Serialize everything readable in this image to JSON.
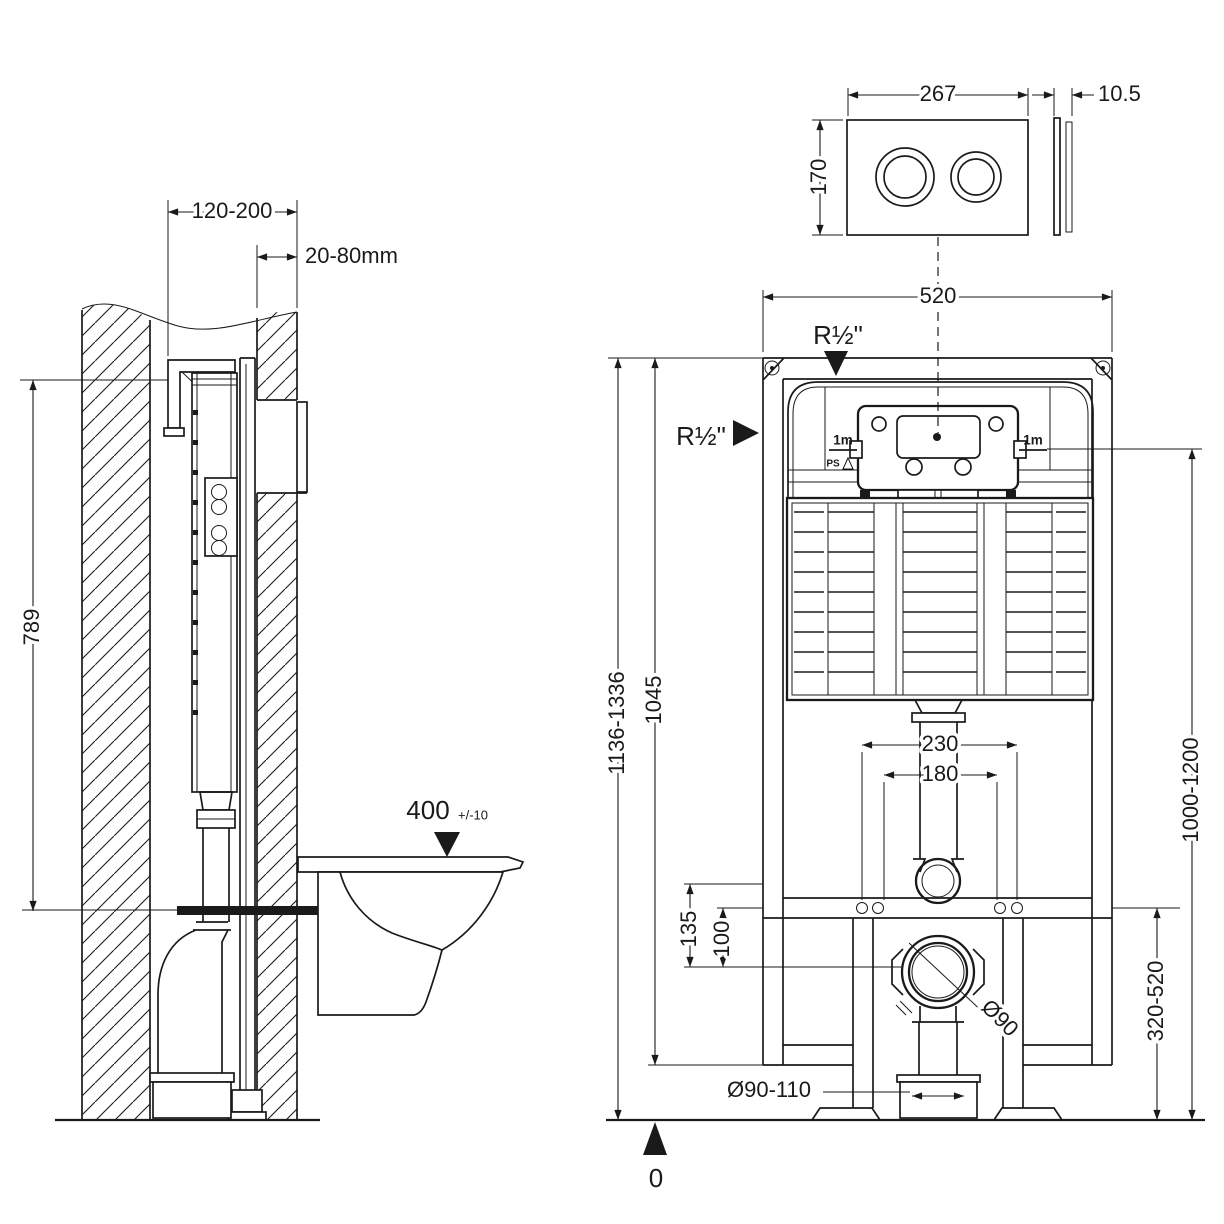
{
  "colors": {
    "line": "#1a1a1a",
    "background": "#ffffff"
  },
  "side_view": {
    "frame_depth": "120-200",
    "wall_finish": "20-80mm",
    "cistern_top_height": "789",
    "seat_height": "400",
    "seat_height_tolerance": "+/-10"
  },
  "front_view": {
    "frame_width": "520",
    "overall_height": "1136-1336",
    "frame_body_height": "1045",
    "water_inlet_label_top": "R½\"",
    "water_inlet_label_side": "R½\"",
    "hose_length_left": "1m",
    "hose_length_right": "1m",
    "ps_mark": "PS",
    "outlet_spacing_outer": "230",
    "outlet_spacing_inner": "180",
    "inlet_height_range": "1000-1200",
    "offset_135": "135",
    "offset_100": "100",
    "outlet_height_range": "320-520",
    "outlet_diameter": "Ø90",
    "drain_connector_diameter": "Ø90-110",
    "floor_datum": "0"
  },
  "flush_plate": {
    "width": "267",
    "height": "170",
    "thickness": "10.5"
  }
}
